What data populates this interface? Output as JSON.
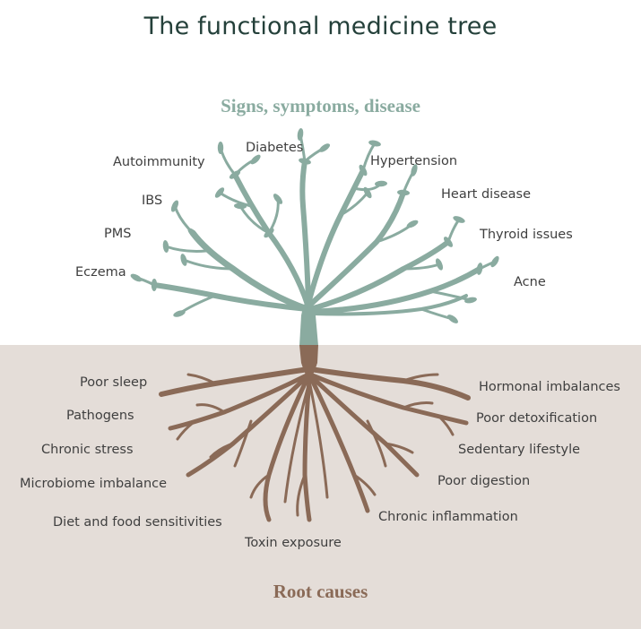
{
  "title": "The functional medicine tree",
  "colors": {
    "trunk_upper": "#8aaba0",
    "roots": "#8a6a57",
    "ground": "#e4ddd8",
    "title": "#24403a",
    "label_text": "#3f3f3f"
  },
  "signs": {
    "heading": "Signs, symptoms, disease",
    "items": [
      {
        "label": "Autoimmunity"
      },
      {
        "label": "Diabetes"
      },
      {
        "label": "Hypertension"
      },
      {
        "label": "IBS"
      },
      {
        "label": "Heart disease"
      },
      {
        "label": "PMS"
      },
      {
        "label": "Thyroid issues"
      },
      {
        "label": "Eczema"
      },
      {
        "label": "Acne"
      }
    ]
  },
  "causes": {
    "heading": "Root causes",
    "items": [
      {
        "label": "Poor sleep"
      },
      {
        "label": "Hormonal imbalances"
      },
      {
        "label": "Pathogens"
      },
      {
        "label": "Poor detoxification"
      },
      {
        "label": "Chronic stress"
      },
      {
        "label": "Sedentary lifestyle"
      },
      {
        "label": "Microbiome imbalance"
      },
      {
        "label": "Poor digestion"
      },
      {
        "label": "Diet and food sensitivities"
      },
      {
        "label": "Chronic inflammation"
      },
      {
        "label": "Toxin exposure"
      }
    ]
  }
}
